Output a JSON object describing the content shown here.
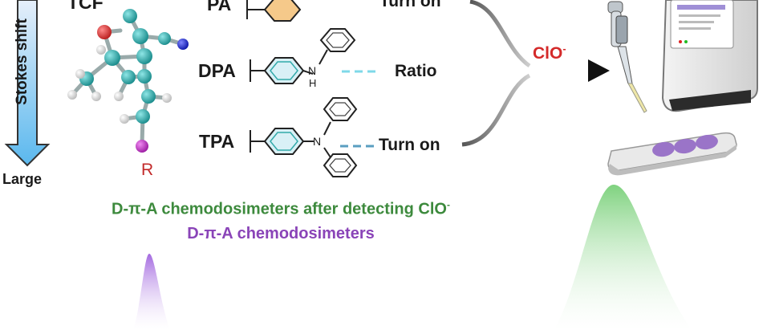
{
  "labels": {
    "stokes_shift": "Stokes shift",
    "large": "Large",
    "tcf": "TCF",
    "r_group": "R",
    "pa": "PA",
    "dpa": "DPA",
    "tpa": "TPA",
    "nh_n": "N",
    "nh_h": "H",
    "tpa_n": "N",
    "mode_top": "Turn on",
    "mode_ratio": "Ratio",
    "mode_bottom": "Turn on",
    "analyte_base": "ClO",
    "analyte_sup": "-",
    "legend_after_base": "D-π-A chemodosimeters after detecting ClO",
    "legend_after_sup": "-",
    "legend_before": "D-π-A chemodosimeters"
  },
  "colors": {
    "arrow_top": "#dce9f7",
    "arrow_bottom": "#6cc0ee",
    "analyte": "#d42a2a",
    "legend_after": "#3d8a3d",
    "legend_before": "#8a44b8",
    "carbon": "#2aa6a6",
    "oxygen": "#d93030",
    "nitrogen": "#1c2bd8",
    "hydrogen": "#f2f2f2",
    "r_atom": "#c233c6",
    "pa_ring": "#f0a242",
    "dpa_dash": "#7fd9e8",
    "tpa_dash": "#5a9ec0",
    "peak_green": "#8fd88f",
    "peak_purple": "#b47ae6"
  },
  "icons": {
    "molecule": "tcf-ball-and-stick-model",
    "pipette": "pipette-icon",
    "device": "handheld-detector-icon",
    "plate": "test-strip-plate-icon"
  }
}
